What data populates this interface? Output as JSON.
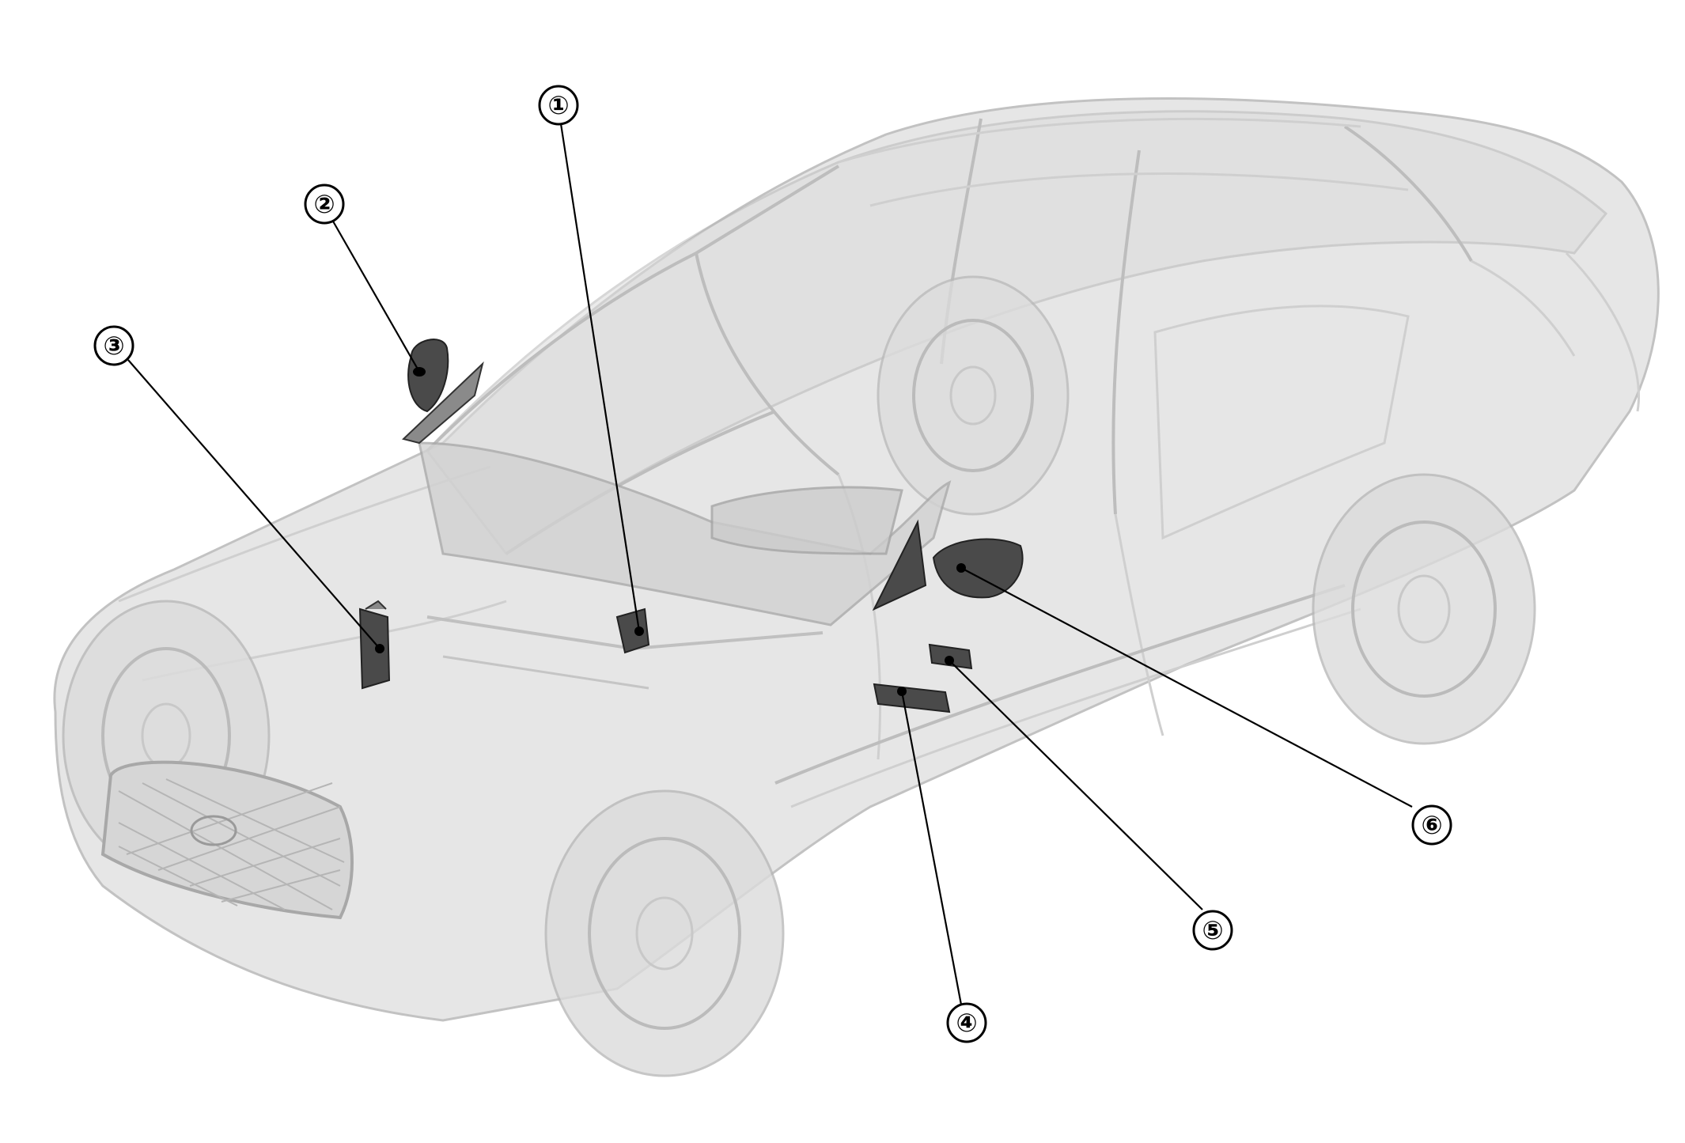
{
  "callouts": [
    {
      "id": "callout-1",
      "label": "①"
    },
    {
      "id": "callout-2",
      "label": "②"
    },
    {
      "id": "callout-3",
      "label": "③"
    },
    {
      "id": "callout-4",
      "label": "④"
    },
    {
      "id": "callout-5",
      "label": "⑤"
    },
    {
      "id": "callout-6",
      "label": "⑥"
    }
  ]
}
